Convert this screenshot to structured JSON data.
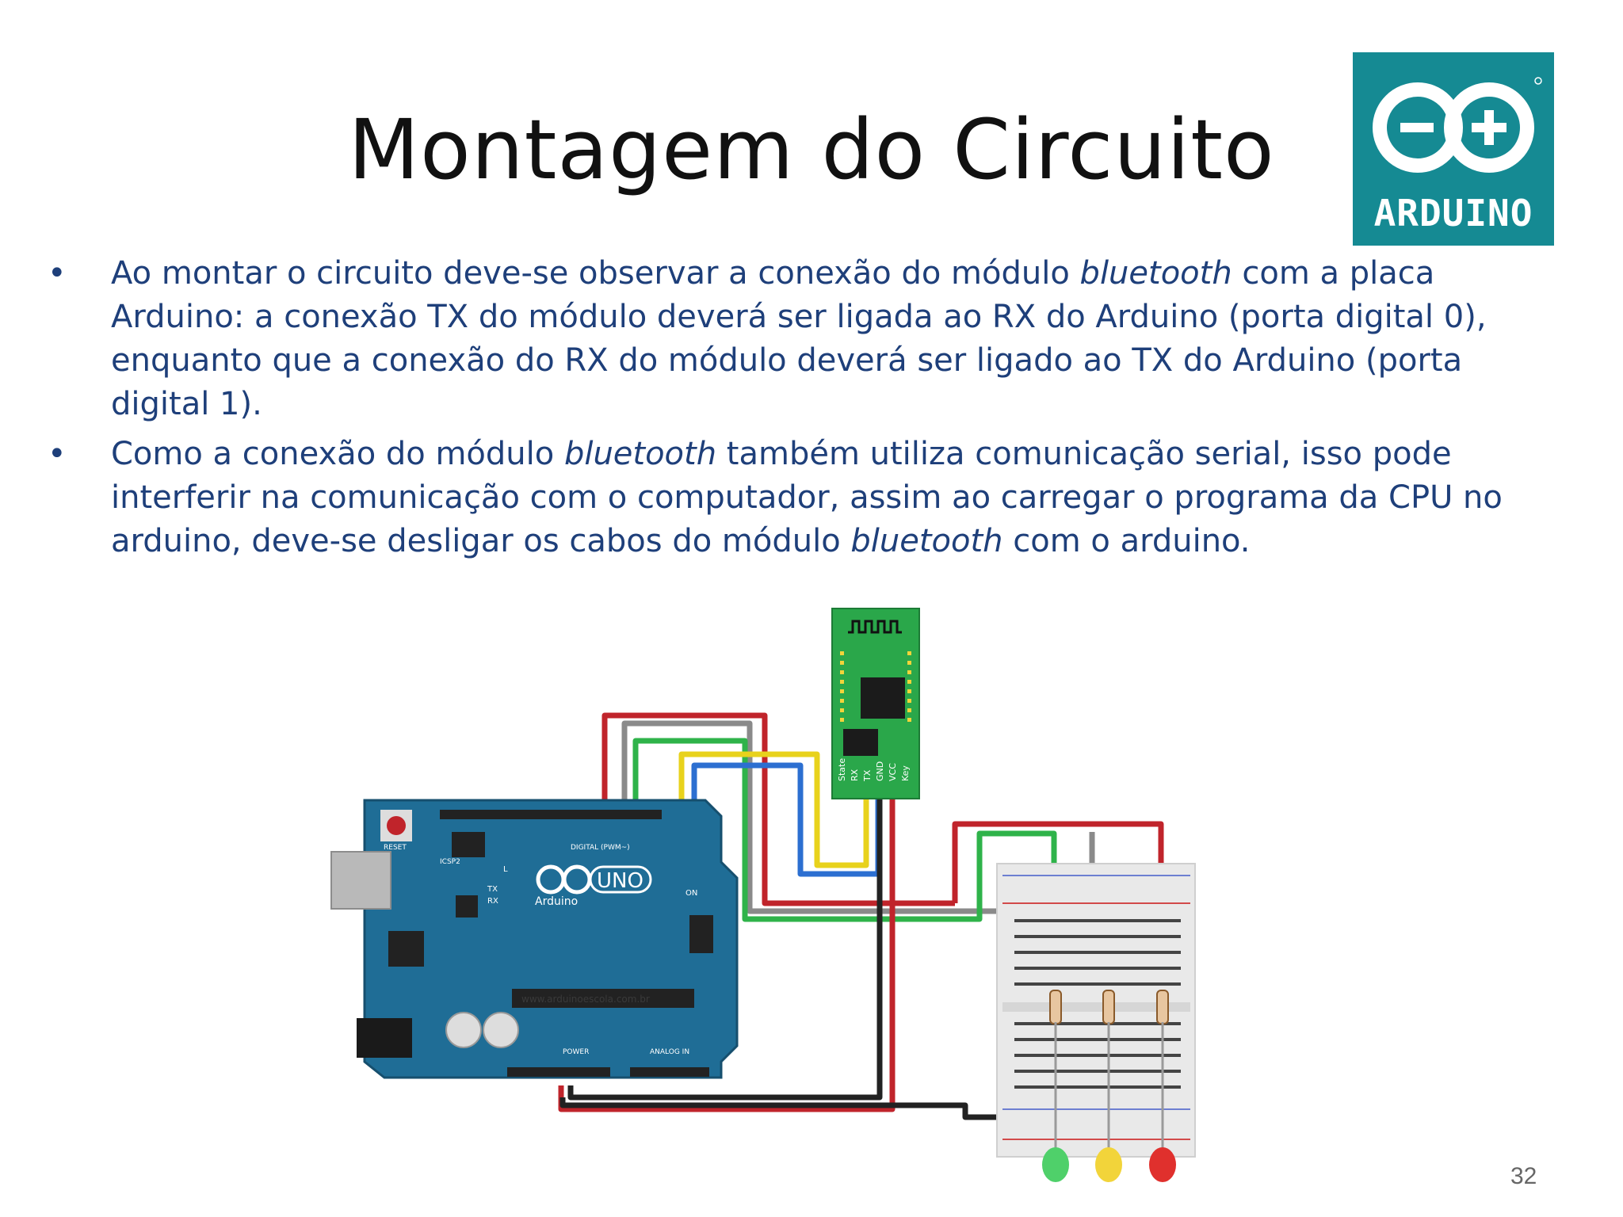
{
  "slide": {
    "title": "Montagem do Circuito",
    "page_number": "32",
    "logo": {
      "text": "ARDUINO",
      "bg_color": "#158a93"
    }
  },
  "bullets": [
    {
      "before": "Ao montar o circuito deve-se observar a conexão do módulo ",
      "emph": "bluetooth",
      "after": " com a placa Arduino: a conexão TX do módulo deverá ser ligada ao RX do Arduino (porta digital 0), enquanto que a conexão do RX do módulo deverá ser ligado ao TX do Arduino (porta digital 1)."
    },
    {
      "before": "Como a conexão do módulo ",
      "emph": "bluetooth",
      "mid": " também utiliza comunicação serial, isso pode interferir na comunicação com o computador, assim ao carregar o programa da CPU no arduino, deve-se desligar os cabos do módulo ",
      "emph2": "bluetooth",
      "after": " com o arduino."
    }
  ],
  "figure": {
    "board_logo": "UNO",
    "board_brand": "Arduino",
    "board_reset": "RESET",
    "board_icsp": "ICSP2",
    "board_digital": "DIGITAL (PWM~)",
    "board_power": "POWER",
    "board_analog": "ANALOG IN",
    "board_tx": "TX",
    "board_rx": "RX",
    "board_l": "L",
    "board_on": "ON",
    "board_url": "www.arduinoescola.com.br",
    "bt_pins": [
      "State",
      "RX",
      "TX",
      "GND",
      "VCC",
      "Key"
    ],
    "colors": {
      "board": "#1f6d96",
      "bt_module": "#2aa74a",
      "wire_red": "#c0242b",
      "wire_green": "#2fb34a",
      "wire_yellow": "#e8d21c",
      "wire_blue": "#2c6fd1",
      "wire_gray": "#8a8a8a",
      "wire_black": "#222222",
      "led_green": "#4fd06a",
      "led_yellow": "#f2d43a",
      "led_red": "#e0302d"
    }
  }
}
